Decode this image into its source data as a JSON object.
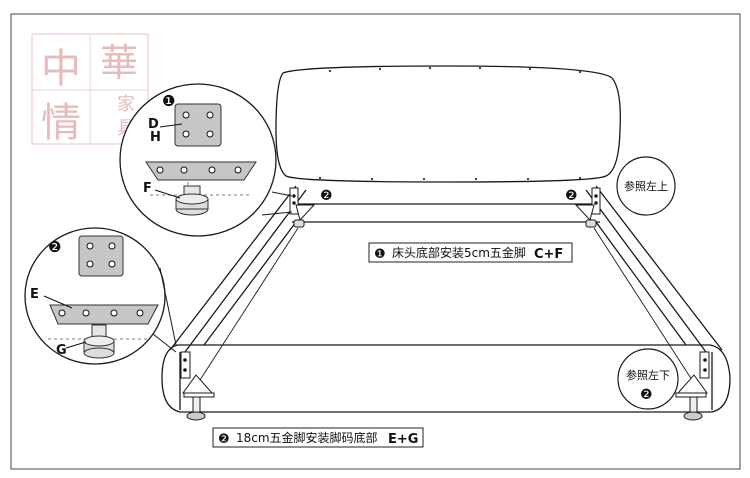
{
  "watermark": {
    "chars": [
      "中",
      "華",
      "情",
      "家",
      "具"
    ],
    "color": "#e3b0b0"
  },
  "detail_top": {
    "step": "❶",
    "letters": [
      "D",
      "H",
      "F"
    ]
  },
  "detail_left": {
    "step": "❷",
    "letters": [
      "E",
      "G"
    ]
  },
  "markers": {
    "step2_left": "❷",
    "step2_right": "❷"
  },
  "references": {
    "top": "参照左上",
    "bottom": "参照左下",
    "bottom_step": "❷"
  },
  "captions": {
    "step1": {
      "bullet": "❶",
      "text": "床头底部安装5cm五金脚",
      "code": "C+F"
    },
    "step2": {
      "bullet": "❷",
      "text": "18cm五金脚安装脚码底部",
      "code": "E+G"
    }
  },
  "colors": {
    "line": "#1a1a1a",
    "screw": "#111111",
    "plate": "#bfbfbf"
  }
}
